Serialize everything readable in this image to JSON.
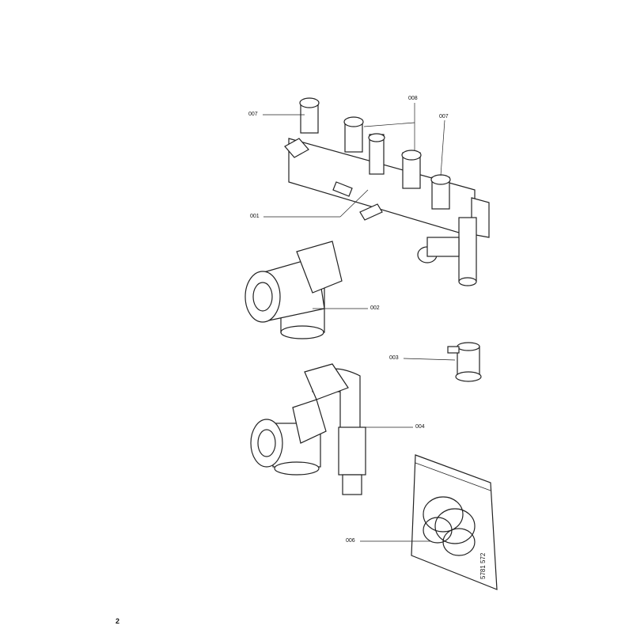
{
  "page_number": "2",
  "document_number": "5781 572",
  "callouts": {
    "c007a": "007",
    "c008": "008",
    "c007b": "007",
    "c001": "001",
    "c002": "002",
    "c003": "003",
    "c004": "004",
    "c006": "006"
  }
}
